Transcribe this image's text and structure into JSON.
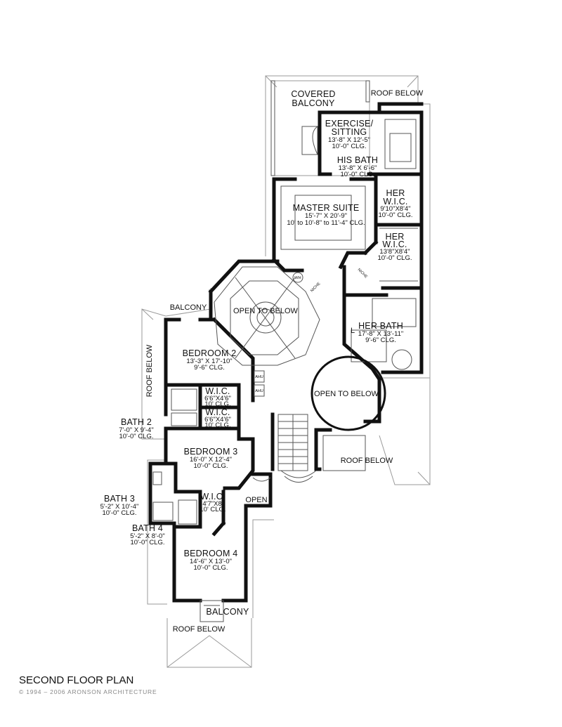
{
  "plan": {
    "title": "SECOND FLOOR PLAN",
    "copyright": "© 1994 – 2006 ARONSON ARCHITECTURE"
  },
  "rooms": {
    "covered_balcony": {
      "l1": "COVERED",
      "l2": "BALCONY"
    },
    "exercise": {
      "l1": "EXERCISE/",
      "l2": "SITTING",
      "d1": "13'-8\" X 12'-5\"",
      "d2": "10'-0\" CLG."
    },
    "his_bath": {
      "name": "HIS BATH",
      "d1": "13'-8\" X 6'-6\"",
      "d2": "10'-0\" CLG."
    },
    "her_wic_1": {
      "l1": "HER",
      "l2": "W.I.C.",
      "d1": "9'10\"X8'4\"",
      "d2": "10'-0\" CLG."
    },
    "master": {
      "name": "MASTER SUITE",
      "d1": "15'-7\" X 20'-9\"",
      "d2": "10' to 10'-8\" to 11'-4\" CLG."
    },
    "her_wic_2": {
      "l1": "HER",
      "l2": "W.I.C.",
      "d1": "13'8\"X8'4\"",
      "d2": "10'-0\" CLG."
    },
    "open_below_1": {
      "name": "OPEN TO BELOW"
    },
    "her_bath": {
      "name": "HER BATH",
      "d1": "17'-8\" X 13'-11\"",
      "d2": "9'-6\" CLG."
    },
    "bedroom2": {
      "name": "BEDROOM 2",
      "d1": "13'-3\" X 17'-10\"",
      "d2": "9'-6\" CLG."
    },
    "open_below_2": {
      "name": "OPEN TO BELOW"
    },
    "wic_a": {
      "name": "W.I.C.",
      "d1": "6'6\"X4'6\"",
      "d2": "10' CLG."
    },
    "wic_b": {
      "name": "W.I.C.",
      "d1": "6'6\"X4'6\"",
      "d2": "10' CLG."
    },
    "bath2": {
      "name": "BATH 2",
      "d1": "7'-0\" X 9'-4\"",
      "d2": "10'-0\" CLG."
    },
    "bedroom3": {
      "name": "BEDROOM 3",
      "d1": "16'-0\" X 12'-4\"",
      "d2": "10'-0\" CLG."
    },
    "open_small": {
      "name": "OPEN"
    },
    "wic_c": {
      "name": "W.I.C.",
      "d1": "4'7\"X8'",
      "d2": "10' CLG."
    },
    "bath3": {
      "name": "BATH 3",
      "d1": "5'-2\" X 10'-4\"",
      "d2": "10'-0\" CLG."
    },
    "bath4": {
      "name": "BATH 4",
      "d1": "5'-2\" X 8'-0\"",
      "d2": "10'-0\" CLG."
    },
    "bedroom4": {
      "name": "BEDROOM 4",
      "d1": "14'-6\" X 13'-0\"",
      "d2": "10'-0\" CLG."
    }
  },
  "labels": {
    "roof_below_top": "ROOF BELOW",
    "roof_below_left": "ROOF BELOW",
    "roof_below_right": "ROOF BELOW",
    "roof_below_bottom": "ROOF BELOW",
    "balcony_top": "BALCONY",
    "balcony_bottom": "BALCONY",
    "wh": "WH",
    "niche1": "NICHE",
    "niche2": "NICHE",
    "ahu1": "AHU",
    "ahu2": "AHU",
    "linen": "L"
  }
}
